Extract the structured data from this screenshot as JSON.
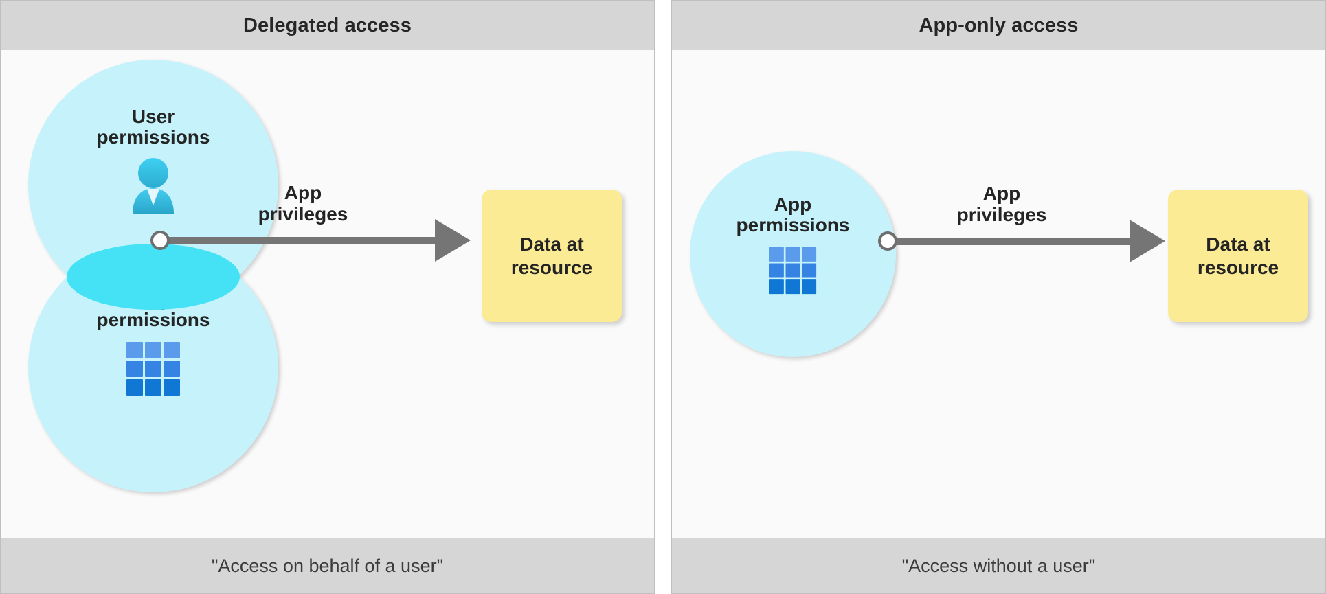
{
  "diagram": {
    "title": "Delegated access vs App-only access",
    "colors": {
      "panel_header_bg": "#d6d6d6",
      "panel_body_bg": "#fafafa",
      "circle_fill": "#c6f3fb",
      "overlap_fill": "#45e2f6",
      "resource_fill": "#fceb95",
      "arrow_gray": "#757575",
      "text_dark": "#242424"
    }
  },
  "panels": [
    {
      "header": "Delegated access",
      "footer": "\"Access on behalf of a user\"",
      "circles": [
        {
          "label": "User\npermissions",
          "icon": "person-icon"
        },
        {
          "label": "App\npermissions",
          "icon": "grid-icon"
        }
      ],
      "arrow_label": "App\nprivileges",
      "resource_label": "Data at\nresource",
      "connector": "permission-intersection-node"
    },
    {
      "header": "App-only access",
      "footer": "\"Access without a user\"",
      "circles": [
        {
          "label": "App\npermissions",
          "icon": "grid-icon"
        }
      ],
      "arrow_label": "App\nprivileges",
      "resource_label": "Data at\nresource",
      "connector": "app-permission-node"
    }
  ]
}
